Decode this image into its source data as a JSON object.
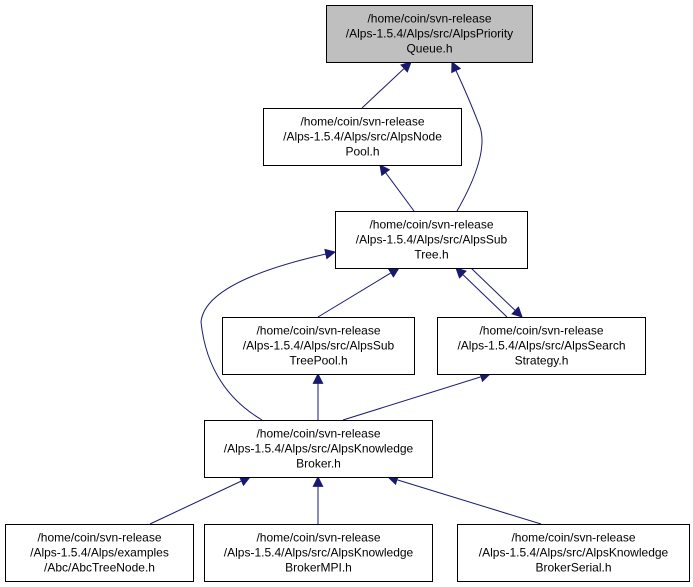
{
  "diagram": {
    "colors": {
      "edge": "#191970",
      "node_border": "#000000",
      "node_fill": "#ffffff",
      "highlight_fill": "#bfbfbf"
    },
    "nodes": [
      {
        "id": "priority-queue",
        "lines": [
          "/home/coin/svn-release",
          "/Alps-1.5.4/Alps/src/AlpsPriority",
          "Queue.h"
        ],
        "highlighted": true
      },
      {
        "id": "node-pool",
        "lines": [
          "/home/coin/svn-release",
          "/Alps-1.5.4/Alps/src/AlpsNode",
          "Pool.h"
        ],
        "highlighted": false
      },
      {
        "id": "sub-tree",
        "lines": [
          "/home/coin/svn-release",
          "/Alps-1.5.4/Alps/src/AlpsSub",
          "Tree.h"
        ],
        "highlighted": false
      },
      {
        "id": "sub-tree-pool",
        "lines": [
          "/home/coin/svn-release",
          "/Alps-1.5.4/Alps/src/AlpsSub",
          "TreePool.h"
        ],
        "highlighted": false
      },
      {
        "id": "search-strategy",
        "lines": [
          "/home/coin/svn-release",
          "/Alps-1.5.4/Alps/src/AlpsSearch",
          "Strategy.h"
        ],
        "highlighted": false
      },
      {
        "id": "knowledge-broker",
        "lines": [
          "/home/coin/svn-release",
          "/Alps-1.5.4/Alps/src/AlpsKnowledge",
          "Broker.h"
        ],
        "highlighted": false
      },
      {
        "id": "abc-tree-node",
        "lines": [
          "/home/coin/svn-release",
          "/Alps-1.5.4/Alps/examples",
          "/Abc/AbcTreeNode.h"
        ],
        "highlighted": false
      },
      {
        "id": "knowledge-broker-mpi",
        "lines": [
          "/home/coin/svn-release",
          "/Alps-1.5.4/Alps/src/AlpsKnowledge",
          "BrokerMPI.h"
        ],
        "highlighted": false
      },
      {
        "id": "knowledge-broker-serial",
        "lines": [
          "/home/coin/svn-release",
          "/Alps-1.5.4/Alps/src/AlpsKnowledge",
          "BrokerSerial.h"
        ],
        "highlighted": false
      }
    ],
    "edges": [
      {
        "from": "node-pool",
        "to": "priority-queue"
      },
      {
        "from": "sub-tree",
        "to": "priority-queue"
      },
      {
        "from": "sub-tree",
        "to": "node-pool"
      },
      {
        "from": "sub-tree-pool",
        "to": "sub-tree"
      },
      {
        "from": "search-strategy",
        "to": "sub-tree"
      },
      {
        "from": "sub-tree",
        "to": "search-strategy"
      },
      {
        "from": "knowledge-broker",
        "to": "sub-tree"
      },
      {
        "from": "knowledge-broker",
        "to": "sub-tree-pool"
      },
      {
        "from": "knowledge-broker",
        "to": "search-strategy"
      },
      {
        "from": "abc-tree-node",
        "to": "knowledge-broker"
      },
      {
        "from": "knowledge-broker-mpi",
        "to": "knowledge-broker"
      },
      {
        "from": "knowledge-broker-serial",
        "to": "knowledge-broker"
      }
    ]
  }
}
